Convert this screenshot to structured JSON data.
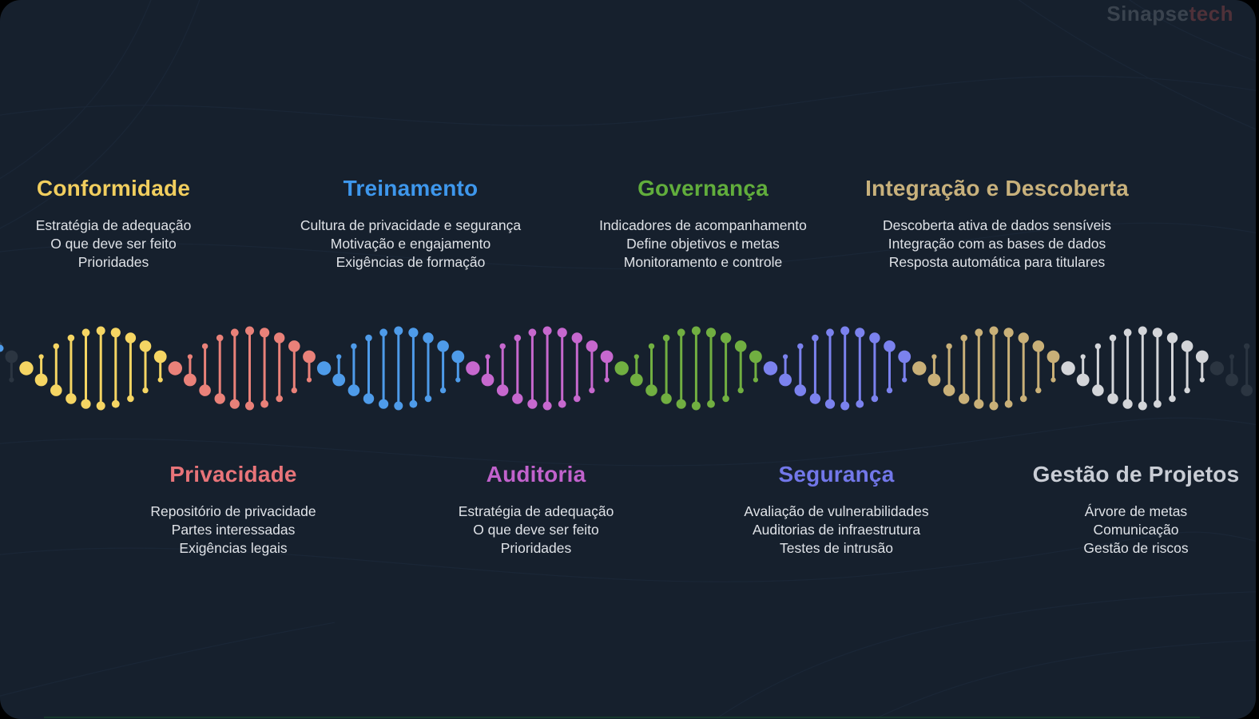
{
  "watermark": {
    "part1": "Sinapse",
    "part2": "tech",
    "part1_color": "#3A434E",
    "part2_color": "#4F3139"
  },
  "sections": [
    {
      "id": "conformidade",
      "row": "top",
      "title": "Conformidade",
      "color": "#F1CE5E",
      "items": [
        "Estratégia de adequação",
        "O que deve ser feito",
        "Prioridades"
      ]
    },
    {
      "id": "treinamento",
      "row": "top",
      "title": "Treinamento",
      "color": "#3E97EC",
      "items": [
        "Cultura de privacidade e segurança",
        "Motivação e engajamento",
        "Exigências de formação"
      ]
    },
    {
      "id": "governanca",
      "row": "top",
      "title": "Governança",
      "color": "#61AD3C",
      "items": [
        "Indicadores de acompanhamento",
        "Define objetivos e metas",
        "Monitoramento e controle"
      ]
    },
    {
      "id": "integracao-e-descoberta",
      "row": "top",
      "title": "Integração e Descoberta",
      "color": "#C8B17C",
      "items": [
        "Descoberta ativa de dados sensíveis",
        "Integração com as bases de dados",
        "Resposta automática para titulares"
      ]
    },
    {
      "id": "privacidade",
      "row": "bottom",
      "title": "Privacidade",
      "color": "#E87479",
      "items": [
        "Repositório de privacidade",
        "Partes interessadas",
        "Exigências legais"
      ]
    },
    {
      "id": "auditoria",
      "row": "bottom",
      "title": "Auditoria",
      "color": "#C162CC",
      "items": [
        "Estratégia de adequação",
        "O que deve ser feito",
        "Prioridades"
      ]
    },
    {
      "id": "seguranca",
      "row": "bottom",
      "title": "Segurança",
      "color": "#7277E9",
      "items": [
        "Avaliação de vulnerabilidades",
        "Auditorias de infraestrutura",
        "Testes de intrusão"
      ]
    },
    {
      "id": "gestao-de-projetos",
      "row": "bottom",
      "title": "Gestão de Projetos",
      "color": "#C9CDD5",
      "items": [
        "Árvore de metas",
        "Comunicação",
        "Gestão de riscos"
      ]
    }
  ],
  "helix": {
    "segments": [
      {
        "name": "lead-dark",
        "color": "#2B3541"
      },
      {
        "name": "conformidade",
        "color": "#F5D563"
      },
      {
        "name": "privacidade",
        "color": "#E98179"
      },
      {
        "name": "treinamento",
        "color": "#4E9BE9"
      },
      {
        "name": "auditoria",
        "color": "#C668CE"
      },
      {
        "name": "governanca",
        "color": "#71AF41"
      },
      {
        "name": "seguranca",
        "color": "#7B82EE"
      },
      {
        "name": "integracao-e-descoberta",
        "color": "#C9B078"
      },
      {
        "name": "gestao-de-projetos",
        "color": "#D3D5D9"
      },
      {
        "name": "tail-dark",
        "color": "#2B3541"
      }
    ],
    "left_edge_dot_color": "#4E9BE9"
  },
  "colors": {
    "page_background": "#000000",
    "panel_background": "#16202D",
    "item_text": "#DFE2E7",
    "decor_line": "#223146",
    "bottom_accent_line": "#15402C"
  }
}
